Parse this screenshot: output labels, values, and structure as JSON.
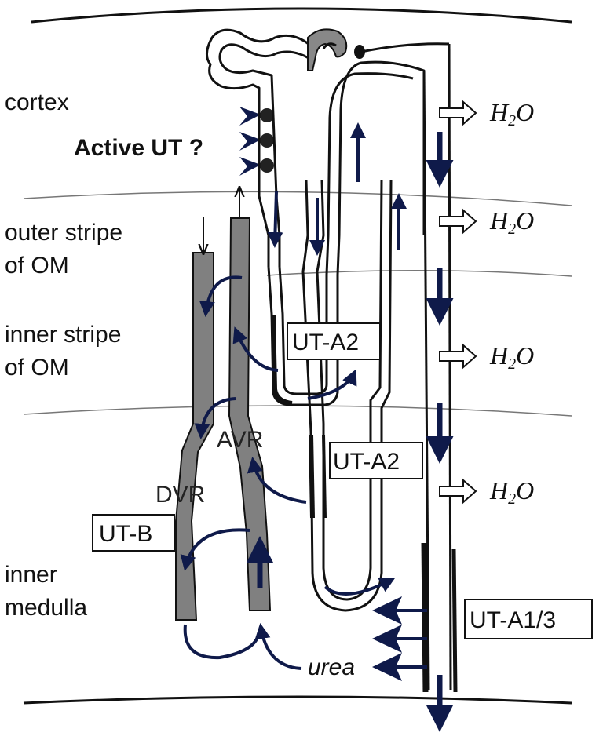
{
  "zones": {
    "cortex": "cortex",
    "outer_stripe_line1": "outer stripe",
    "outer_stripe_line2": "of OM",
    "inner_stripe_line1": "inner stripe",
    "inner_stripe_line2": "of OM",
    "inner_medulla_line1": "inner",
    "inner_medulla_line2": "medulla"
  },
  "active_ut": "Active UT ?",
  "transporters": {
    "ut_a2_upper": "UT-A2",
    "ut_a2_lower": "UT-A2",
    "ut_b": "UT-B",
    "ut_a1_3": "UT-A1/3"
  },
  "vessels": {
    "avr": "AVR",
    "dvr": "DVR"
  },
  "water": {
    "symbol": "H",
    "subscript": "2",
    "suffix": "O"
  },
  "urea": "urea",
  "colors": {
    "arrow": "#0f1a4a",
    "vessel": "#808080",
    "outline": "#111111"
  }
}
